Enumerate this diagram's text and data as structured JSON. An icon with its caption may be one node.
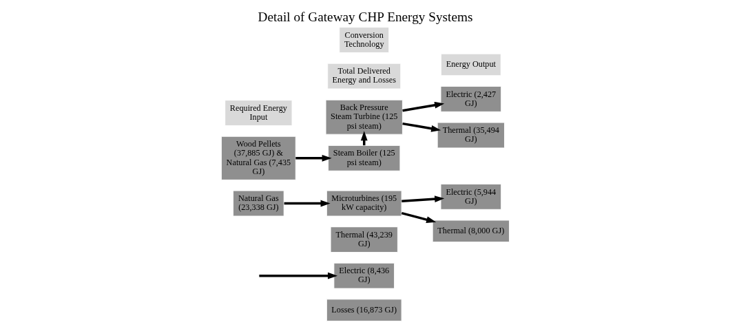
{
  "diagram": {
    "title": "Detail of Gateway CHP Energy Systems",
    "nodes": [
      {
        "text": [
          "Required Energy Input"
        ]
      },
      {
        "text": [
          "Conversion Technology"
        ]
      },
      {
        "text": [
          "Energy Output"
        ]
      },
      {
        "text": [
          "Total Delivered Energy and Losses"
        ]
      },
      {
        "text": [
          "Wood Pellets (37,885 GJ) & Natural Gas (7,435 GJ)"
        ]
      },
      {
        "text": [
          "Natural Gas (23,338 GJ)"
        ]
      },
      {
        "text": [
          "Steam Boiler (125 psi steam)"
        ]
      },
      {
        "text": [
          "Back Pressure Steam Turbine (125 psi steam)"
        ]
      },
      {
        "text": [
          "Microturbines (195 kW capacity)"
        ]
      },
      {
        "text": [
          "Thermal (35,494 GJ)"
        ]
      },
      {
        "text": [
          "Electric (2,427 GJ)"
        ]
      },
      {
        "text": [
          "Thermal (8,000 GJ)"
        ]
      },
      {
        "text": [
          "Electric (5,944 GJ)"
        ]
      },
      {
        "text": [
          "Thermal (43,239 GJ)"
        ]
      },
      {
        "text": [
          "Electric (8,436 GJ)"
        ]
      },
      {
        "text": [
          "Losses (16,873 GJ)"
        ]
      }
    ],
    "edges": [
      {
        "from": 4,
        "to": 6,
        "arrow": "to"
      },
      {
        "from": 6,
        "to": 7,
        "arrow": "to"
      },
      {
        "from": 5,
        "to": 8,
        "arrow": "to"
      },
      {
        "from": 7,
        "to": 9,
        "arrow": "to"
      },
      {
        "from": 7,
        "to": 10,
        "arrow": "to"
      },
      {
        "from": 8,
        "to": 11,
        "arrow": "to"
      },
      {
        "from": 8,
        "to": 12,
        "arrow": "to"
      },
      {
        "from": null,
        "to": 14,
        "arrow": "to"
      }
    ]
  }
}
